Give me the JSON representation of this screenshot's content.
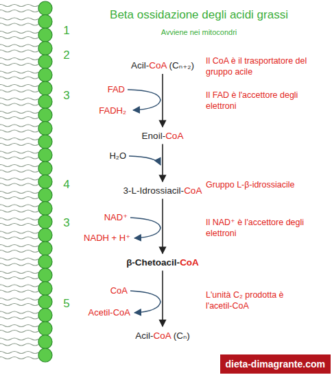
{
  "diagram": {
    "title": "Beta ossidazione degli acidi grassi",
    "nodes": [
      {
        "text": [
          "Acil-CoA (Cₙ₊₂)"
        ]
      },
      {
        "text": [
          "Enoil-CoA"
        ]
      },
      {
        "text": [
          "3-L-Idrossiacil-CoA"
        ]
      },
      {
        "text": [
          "β-Chetoacil-CoA"
        ]
      },
      {
        "text": [
          "Acil-CoA (Cₙ)"
        ]
      },
      {
        "text": [
          "dieta-dimagrante.com"
        ]
      }
    ],
    "edges": [
      {
        "from": 0,
        "to": 1,
        "arrow": "to"
      },
      {
        "from": 1,
        "to": 2,
        "arrow": "to"
      },
      {
        "from": 2,
        "to": 3,
        "arrow": "to"
      },
      {
        "from": 3,
        "to": 4,
        "arrow": "to"
      }
    ],
    "labels": [
      "Avviene nei mitocondri",
      "1",
      "2",
      "3",
      "4",
      "3",
      "5",
      "FAD",
      "FADH₂",
      "H₂O",
      "NAD⁺",
      "NADH + H⁺",
      "CoA",
      "Acetil-CoA",
      "Il CoA è il trasportatore del gruppo acile",
      "Il FAD è l'accettore degli elettroni",
      "Gruppo L-β-idrossiacile",
      "Il NAD⁺ è l'accettore degli elettroni",
      "L'unità C₂ prodotta è l'acetil-CoA"
    ]
  }
}
